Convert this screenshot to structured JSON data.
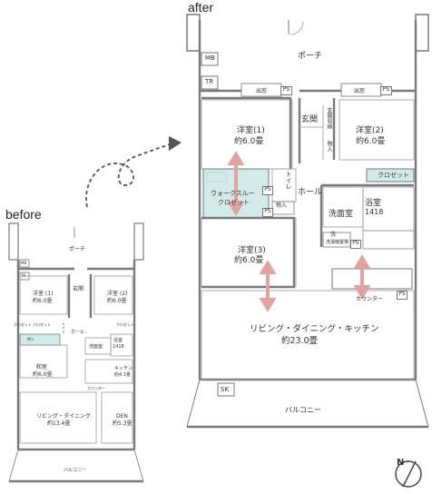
{
  "labels": {
    "after": "after",
    "before": "before",
    "north": "N"
  },
  "after_plan": {
    "porch": "ポーチ",
    "mb": "MB",
    "tr": "TR",
    "window1": "出窓",
    "window2": "出窓",
    "ps_a": "PS",
    "ps_b": "PS",
    "ps_c": "PS",
    "ps_d": "PS",
    "ps_e": "PS",
    "ps_f": "PS",
    "western1_name": "洋室(1)",
    "western1_size": "約6.0畳",
    "entrance": "玄関",
    "shoe_storage": "玄関収納",
    "storage1": "物入",
    "western2_name": "洋室(2)",
    "western2_size": "約6.0畳",
    "closet": "クロゼット",
    "walkin1": "ウォークスルー",
    "walkin2": "クロゼット",
    "storage2": "物入",
    "toilet": "トイレ",
    "hall": "ホール",
    "washroom": "洗面室",
    "bath_name": "浴室",
    "bath_size": "1418",
    "western3_name": "洋室(3)",
    "western3_size": "約6.0畳",
    "wash_machine": "洗",
    "wash_space": "洗濯機置場",
    "counter": "カウンター",
    "living_name": "リビング・ダイニング・キッチン",
    "living_size": "約23.0畳",
    "sk": "SK",
    "balcony": "バルコニー"
  },
  "before_plan": {
    "porch": "ポーチ",
    "mb": "MB",
    "tr": "TR",
    "western1": "洋室 (1)",
    "western1_size": "約6.0畳",
    "entrance": "玄関",
    "western2": "洋室 (2)",
    "western2_size": "約6.0畳",
    "closet1": "クロゼット",
    "closet2": "クロゼット",
    "closet3": "クロゼット",
    "hall": "ホール",
    "toilet": "トイレ",
    "storage": "押入",
    "washroom": "洗面室",
    "bath": "浴室",
    "bath_size": "1418",
    "japanese": "和室",
    "japanese_size": "約6.0畳",
    "kitchen": "キッチン",
    "kitchen_size": "約4.3畳",
    "counter": "カウンター",
    "living": "リビング・ダイニング",
    "living_size": "約13.4畳",
    "den": "DEN",
    "den_size": "約5.3畳",
    "balcony": "バルコニー"
  },
  "colors": {
    "walkin_fill": "#d3ebe8",
    "arrow": "#e0a3a0",
    "wall": "#7a7a7a"
  }
}
